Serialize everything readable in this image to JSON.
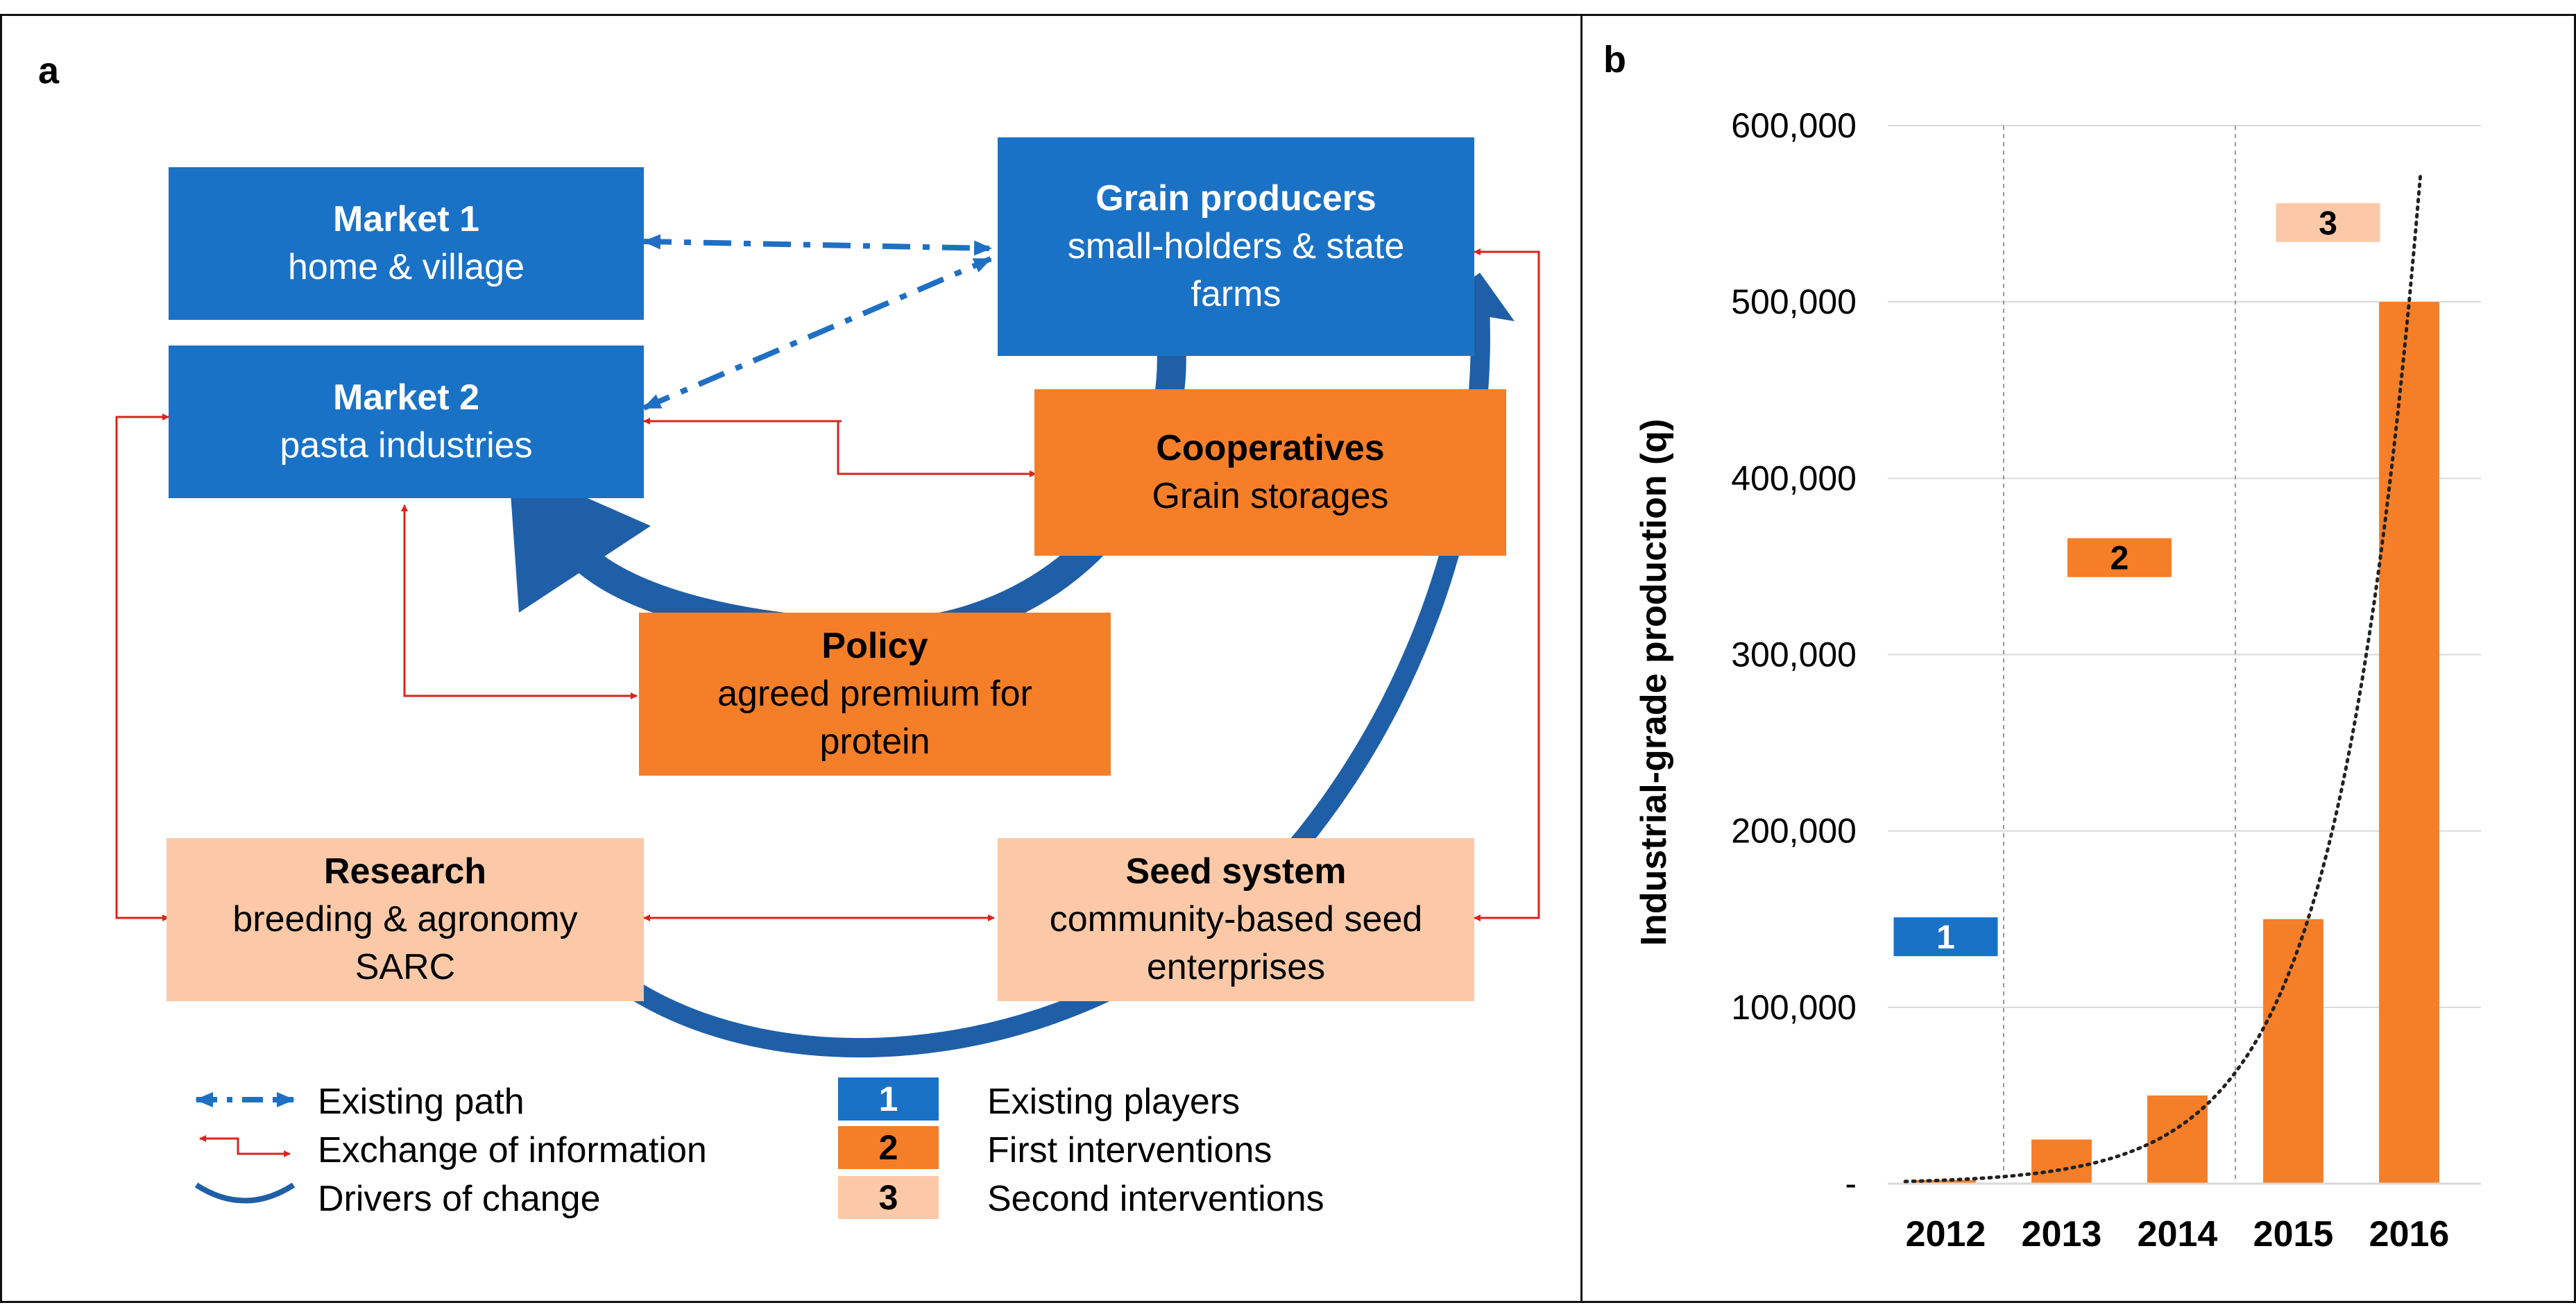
{
  "panel_a": {
    "letter": "a",
    "boxes": {
      "market1": {
        "title": "Market 1",
        "lines": [
          "home & village"
        ]
      },
      "market2": {
        "title": "Market 2",
        "lines": [
          "pasta industries"
        ]
      },
      "producers": {
        "title": "Grain producers",
        "lines": [
          "small-holders & state",
          "farms"
        ]
      },
      "cooperatives": {
        "title": "Cooperatives",
        "lines": [
          "Grain storages"
        ]
      },
      "policy": {
        "title": "Policy",
        "lines": [
          "agreed premium for",
          "protein"
        ]
      },
      "research": {
        "title": "Research",
        "lines": [
          "breeding & agronomy",
          "SARC"
        ]
      },
      "seed": {
        "title": "Seed system",
        "lines": [
          "community-based seed",
          "enterprises"
        ]
      }
    },
    "legend": {
      "existing_path": "Existing path",
      "exchange": "Exchange of information",
      "drivers": "Drivers of change",
      "players": [
        {
          "num": "1",
          "label": "Existing players"
        },
        {
          "num": "2",
          "label": "First interventions"
        },
        {
          "num": "3",
          "label": "Second interventions"
        }
      ]
    },
    "colors": {
      "existing": "#1a72c6",
      "first": "#f57e29",
      "second": "#fbc9a7",
      "arrow_blue": "#1f5fa8",
      "info_red": "#d9241c"
    }
  },
  "panel_b": {
    "letter": "b",
    "chart_data": {
      "type": "bar",
      "ylabel": "Industrial-grade production (q)",
      "categories": [
        "2012",
        "2013",
        "2014",
        "2015",
        "2016"
      ],
      "values": [
        2000,
        25000,
        50000,
        150000,
        500000
      ],
      "ylim": [
        0,
        600000
      ],
      "yticks": [
        {
          "value": 0,
          "label": "-"
        },
        {
          "value": 100000,
          "label": "100,000"
        },
        {
          "value": 200000,
          "label": "200,000"
        },
        {
          "value": 300000,
          "label": "300,000"
        },
        {
          "value": 400000,
          "label": "400,000"
        },
        {
          "value": 500000,
          "label": "500,000"
        },
        {
          "value": 600000,
          "label": "600,000"
        }
      ],
      "bar_color": "#f57e29",
      "grid": "horizontal",
      "trendline": "exponential (dotted)",
      "phase_markers": [
        {
          "label": "1",
          "x": 2012,
          "y": 140000,
          "color": "#1a72c6"
        },
        {
          "label": "2",
          "x": 2013.5,
          "y": 355000,
          "color": "#f57e29"
        },
        {
          "label": "3",
          "x": 2015.3,
          "y": 545000,
          "color": "#fbc9a7"
        }
      ],
      "phase_separators_x": [
        2012.5,
        2014.5
      ]
    }
  }
}
